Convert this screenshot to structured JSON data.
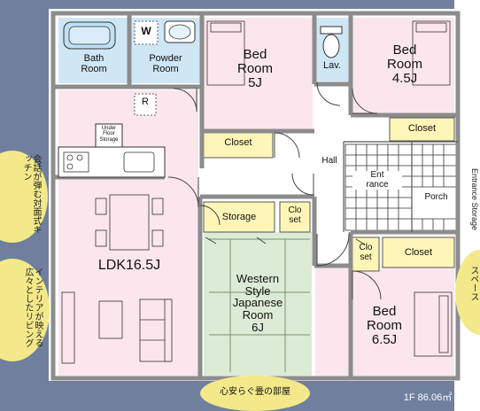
{
  "rooms": {
    "bath": "Bath\nRoom",
    "powder": "Powder\nRoom",
    "washer": "W",
    "bed5": "Bed\nRoom\n5J",
    "lav": "Lav.",
    "bed45": "Bed\nRoom\n4.5J",
    "closet1": "Closet",
    "closet2": "Closet",
    "closet3": "Closet",
    "underfloor": "Under\nFloor\nStorage",
    "fridge": "R",
    "hall": "Hall",
    "entrance": "Ent\nrance",
    "porch": "Porch",
    "storage": "Storage",
    "closet_small1": "Clo\nset",
    "closet_small2": "Clo\nset",
    "ldk": "LDK16.5J",
    "japanese": "Western\nStyle\nJapanese\nRoom\n6J",
    "bed65": "Bed\nRoom\n6.5J"
  },
  "callouts": {
    "conversation": "会話が弾む対面式キッチン",
    "living": "インテリアが映える広々としたリビング",
    "tatami": "心安らぐ畳の部屋",
    "right_top": "Entrance Storage",
    "right_bottom": "スペース"
  },
  "floor_area": "1F 86.06㎡",
  "colors": {
    "background": "#6f7f9d",
    "wall": "#8a8a8a",
    "pink": "#fbe6ee",
    "yellow": "#fdf6b7",
    "blue": "#cfe6f5",
    "green": "#dcebd6",
    "callout": "#f3e98a"
  }
}
